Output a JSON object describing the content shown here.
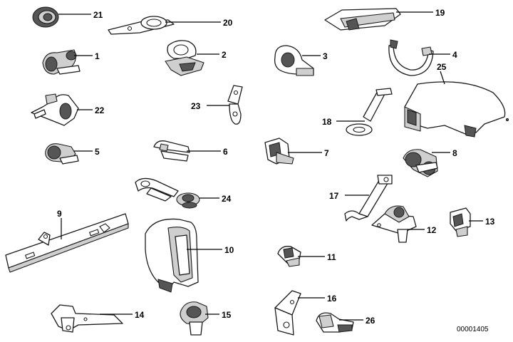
{
  "labels": {
    "p1": "1",
    "p2": "2",
    "p3": "3",
    "p4": "4",
    "p5": "5",
    "p6": "6",
    "p7": "7",
    "p8": "8",
    "p9": "9",
    "p10": "10",
    "p11": "11",
    "p12": "12",
    "p13": "13",
    "p14": "14",
    "p15": "15",
    "p16": "16",
    "p17": "17",
    "p18": "18",
    "p19": "19",
    "p20": "20",
    "p21": "21",
    "p22": "22",
    "p23": "23",
    "p24": "24",
    "p25": "25",
    "p26": "26"
  },
  "diagram_code": "00001405"
}
